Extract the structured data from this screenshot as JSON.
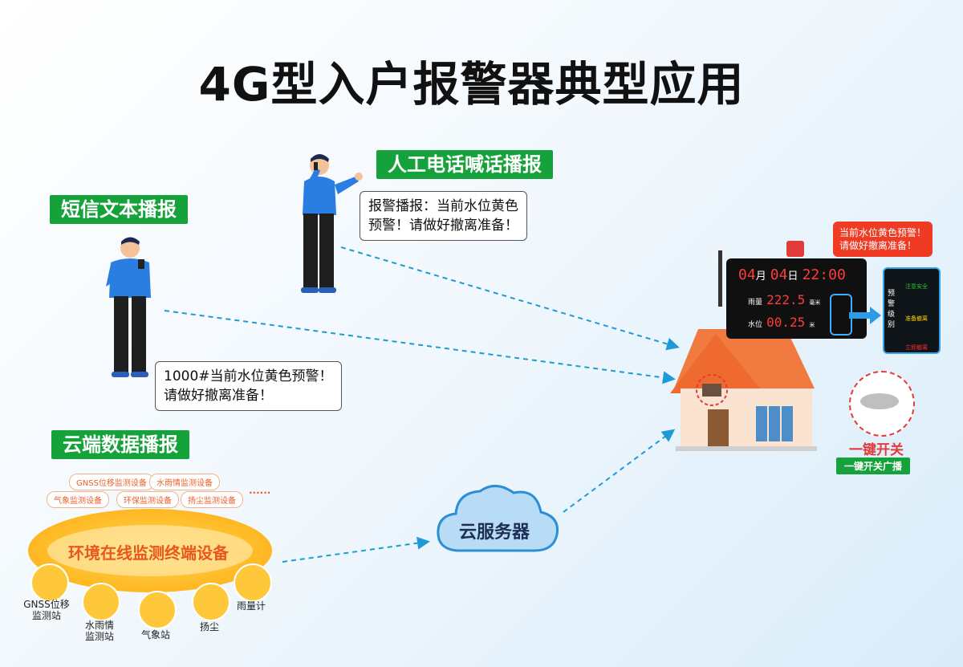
{
  "title": "4G型入户报警器典型应用",
  "sections": {
    "phone_call": {
      "label": "人工电话喊话播报",
      "bubble": [
        "报警播报：当前水位黄色",
        "预警！请做好撤离准备！"
      ]
    },
    "sms": {
      "label": "短信文本播报",
      "bubble": [
        "1000#当前水位黄色预警！",
        "请做好撤离准备！"
      ]
    },
    "cloud_data": {
      "label": "云端数据播报"
    }
  },
  "cloud": {
    "label": "云服务器"
  },
  "monitoring": {
    "ring_label": "环境在线监测终端设备",
    "pills": [
      "GNSS位移监测设备",
      "水雨情监测设备",
      "气象监测设备",
      "环保监测设备",
      "扬尘监测设备",
      "······"
    ],
    "stations": [
      {
        "label1": "GNSS位移",
        "label2": "监测站"
      },
      {
        "label1": "水雨情",
        "label2": "监测站"
      },
      {
        "label1": "气象站",
        "label2": ""
      },
      {
        "label1": "扬尘",
        "label2": ""
      },
      {
        "label1": "雨量计",
        "label2": ""
      }
    ]
  },
  "alarm_device": {
    "bubble": [
      "当前水位黄色预警！",
      "请做好撤离准备！"
    ],
    "date_month": "04",
    "month_unit": "月",
    "date_day": "04",
    "day_unit": "日",
    "time": "22:00",
    "rain_label": "雨量",
    "rain_value": "222.5",
    "rain_unit": "毫米",
    "water_label": "水位",
    "water_value": "00.25",
    "water_unit": "米",
    "level_title": [
      "预",
      "警",
      "级",
      "别"
    ],
    "levels": [
      {
        "text": "注意安全",
        "color": "#23c33a"
      },
      {
        "text": "准备撤离",
        "color": "#ffd400"
      },
      {
        "text": "立即撤离",
        "color": "#ff2a2a"
      }
    ]
  },
  "switch": {
    "label": "一键开关",
    "tag": "一键开关广播"
  }
}
